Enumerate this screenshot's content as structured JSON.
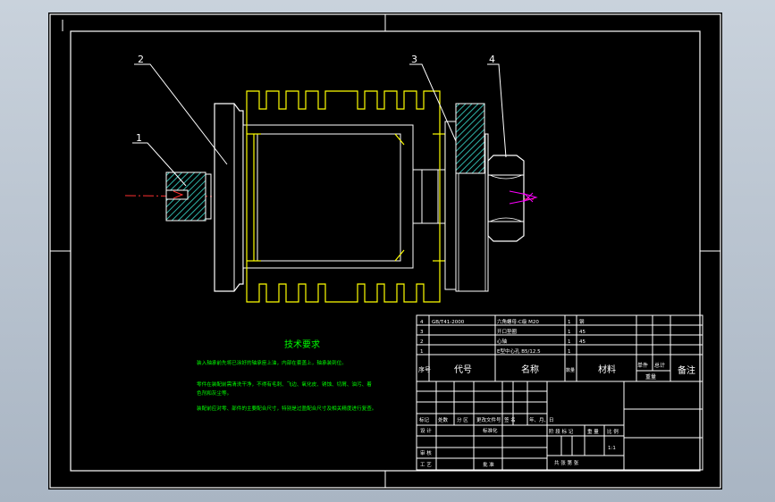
{
  "balloons": [
    "1",
    "2",
    "3",
    "4"
  ],
  "tech": {
    "title": "技术要求",
    "lines": [
      "装入轴承前先将已涂好的轴承座上油，内部在套盖上，轴承装到位。",
      "零件在装配前需清洗干净，不得有毛刺、飞边、氧化皮、锈蚀、切屑、油污、着",
      "色剂和灰尘等。",
      "装配前应对零、部件的主要配合尺寸，特别是过盈配合尺寸及相关精度进行复查。"
    ]
  },
  "bom": {
    "rows": [
      {
        "no": "4",
        "code": "GB/T41-2000",
        "name": "六角螺母-C级 M20",
        "qty": "1",
        "mat": "钢"
      },
      {
        "no": "3",
        "code": "",
        "name": "开口垫圈",
        "qty": "1",
        "mat": "45"
      },
      {
        "no": "2",
        "code": "",
        "name": "心轴",
        "qty": "1",
        "mat": "45"
      },
      {
        "no": "1",
        "code": "",
        "name": "E型中心孔 B5/12.5",
        "qty": "1",
        "mat": ""
      }
    ],
    "header": {
      "no": "序号",
      "code": "代号",
      "name": "名称",
      "qty": "数量",
      "mat": "材料",
      "unit1": "单件",
      "unit2": "总计",
      "unit3": "重量",
      "remark": "备注"
    }
  },
  "title_block": {
    "mark": "标记",
    "count": "处数",
    "zone": "分 区",
    "docno": "更改文件号",
    "sign": "签 名",
    "date": "年、月、日",
    "design": "设 计",
    "std": "标准化",
    "review": "审 核",
    "process": "工 艺",
    "approve": "批 准",
    "stage": "阶 段 标 记",
    "weight": "重 量",
    "scale": "比 例",
    "scale_val": "1:1",
    "sheets": "共    张    第    张"
  },
  "colors": {
    "frame": "#ffffff",
    "part": "#ffff00",
    "hatch": "#2fb3a8",
    "leader": "#ffffff",
    "center": "#ff3030",
    "text_green": "#00ff00",
    "cyan_fill": "#2fb3a8"
  }
}
